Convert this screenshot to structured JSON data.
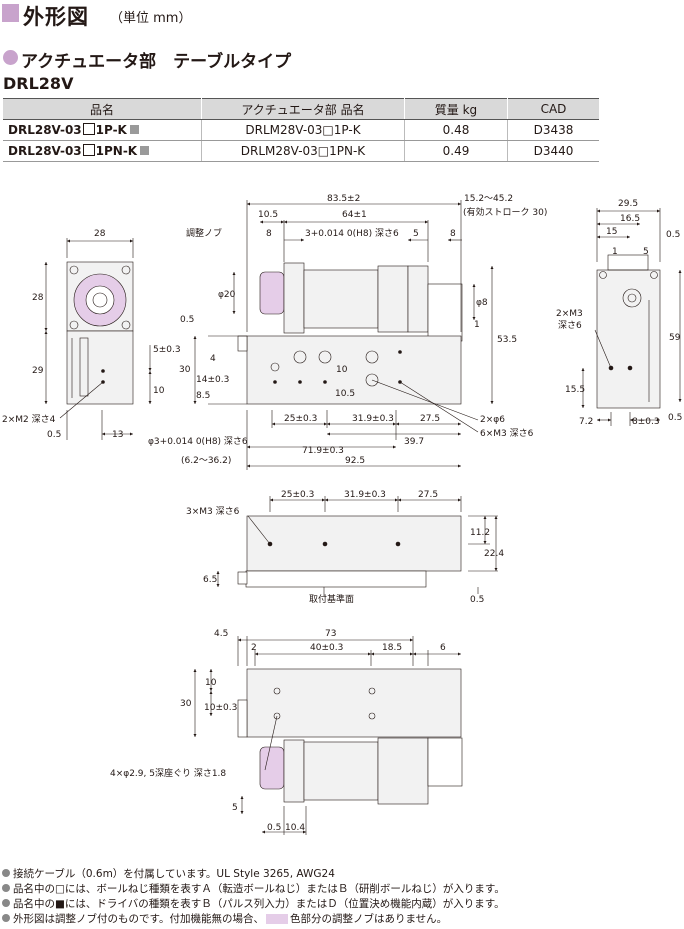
{
  "header": {
    "title": "外形図",
    "unit": "（単位 mm）"
  },
  "section": {
    "title": "アクチュエータ部　テーブルタイプ",
    "model": "DRL28V"
  },
  "table": {
    "headers": [
      "品名",
      "アクチュエータ部 品名",
      "質量 kg",
      "CAD"
    ],
    "rows": [
      {
        "part_a": "DRL28V-03",
        "part_b": "1P-K",
        "actuator": "DRLM28V-03□1P-K",
        "mass": "0.48",
        "cad": "D3438"
      },
      {
        "part_a": "DRL28V-03",
        "part_b": "1PN-K",
        "actuator": "DRLM28V-03□1PN-K",
        "mass": "0.49",
        "cad": "D3440"
      }
    ]
  },
  "dims": {
    "d83": "83.5±2",
    "d152": "15.2～45.2",
    "stroke": "(有効ストローク 30)",
    "d105": "10.5",
    "d64": "64±1",
    "d8a": "8",
    "d3h8": "3+0.014 0(H8) 深さ6",
    "d5": "5",
    "d8b": "8",
    "knob": "調整ノブ",
    "phi20": "φ20",
    "phi8": "φ8",
    "d05a": "0.5",
    "d1": "1",
    "d535": "53.5",
    "d30": "30",
    "d4": "4",
    "d14": "14±0.3",
    "d85": "8.5",
    "d105b": "10.5",
    "d10": "10",
    "d25": "25±0.3",
    "d319": "31.9±0.3",
    "d275": "27.5",
    "d2phi6": "2×φ6",
    "d6m3": "6×M3 深さ6",
    "d397": "39.7",
    "d3hole": "φ3+0.014 0(H8) 深さ6",
    "d719": "71.9±0.3",
    "d62": "(6.2～36.2)",
    "d925": "92.5",
    "l28": "28",
    "l28v": "28",
    "l29": "29",
    "l5": "5±0.3",
    "l10": "10",
    "l2m2": "2×M2 深さ4",
    "l05": "0.5",
    "l13": "13",
    "r295": "29.5",
    "r165": "16.5",
    "r15": "15",
    "r05a": "0.5",
    "r1": "1",
    "r5": "5",
    "r2m3": "2×M3",
    "r2m3b": "深さ6",
    "r59": "59",
    "r155": "15.5",
    "r72": "7.2",
    "r8": "8±0.3",
    "r05b": "0.5",
    "m3m3": "3×M3 深さ6",
    "m25": "25±0.3",
    "m319": "31.9±0.3",
    "m275": "27.5",
    "m112": "11.2",
    "m224": "22.4",
    "m65": "6.5",
    "m05": "0.5",
    "mbase": "取付基準面",
    "b45": "4.5",
    "b73": "73",
    "b2": "2",
    "b40": "40±0.3",
    "b185": "18.5",
    "b6": "6",
    "b30": "30",
    "b10a": "10",
    "b10b": "10±0.3",
    "b4phi": "4×φ2.9, 5深座ぐり 深さ1.8",
    "b5": "5",
    "b05": "0.5",
    "b104": "10.4"
  },
  "notes": [
    "接続ケーブル（0.6m）を付属しています。UL Style 3265, AWG24",
    "品名中の□には、ボールねじ種類を表すＡ（転造ボールねじ）またはＢ（研削ボールねじ）が入ります。",
    "品名中の■には、ドライバの種類を表すＢ（パルス列入力）またはＤ（位置決め機能内蔵）が入ります。",
    "外形図は調整ノブ付のものです。付加機能無の場合、",
    "色部分の調整ノブはありません。"
  ],
  "colors": {
    "accent": "#c8a3cc",
    "knob": "#e5cde8",
    "body": "#f2f2f2",
    "header_bg": "#d9d9d9"
  }
}
